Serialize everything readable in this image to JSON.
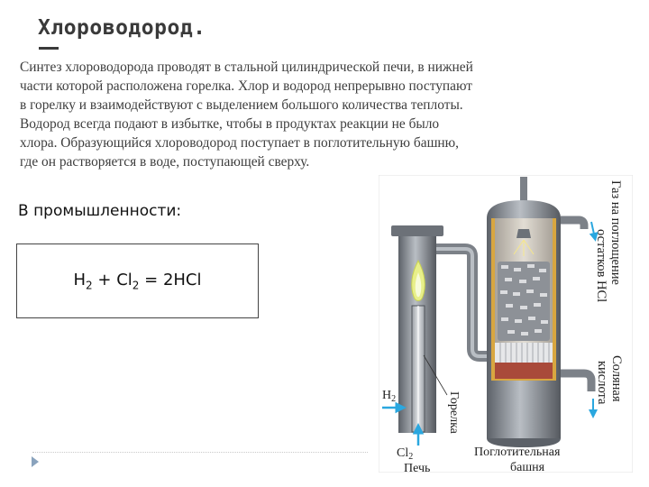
{
  "slide": {
    "title": "Хлороводород.",
    "paragraph_lines": [
      "Синтез хлороводорода проводят в стальной цилиндрической печи, в нижней",
      "части которой расположена горелка. Хлор и водород непрерывно поступают",
      "в горелку и взаимодействуют с выделением большого количества теплоты.",
      "Водород всегда подают в избытке, чтобы в продуктах реакции не было",
      "хлора. Образующийся хлороводород поступает в поглотительную башню,",
      "где он растворяется в воде, поступающей сверху."
    ],
    "industry_label": "В промышленности:",
    "formula": {
      "h": "H",
      "h_sub": "2",
      "plus": " + Cl",
      "cl_sub": "2",
      "result": " = 2HCl"
    }
  },
  "diagram": {
    "labels": {
      "gas": "Газ на поглощение",
      "gas_line2": "остатков HCl",
      "acid": "Соляная",
      "acid_line2": "кислота",
      "burner": "Горелка",
      "h2": "H",
      "h2_sub": "2",
      "cl2": "Cl",
      "cl2_sub": "2",
      "furnace": "Печь",
      "tower": "Поглотительная",
      "tower_line2": "башня"
    },
    "colors": {
      "arrow": "#2aa7df",
      "steel": "#8a8f96",
      "tower_fill": "#c9c3b8",
      "tower_frame": "#d8a640",
      "acid": "#a94a3a",
      "flame": "#e8ef8a"
    }
  },
  "nav": {
    "icon": "triangle-right-icon",
    "color": "#8aa3bd"
  }
}
